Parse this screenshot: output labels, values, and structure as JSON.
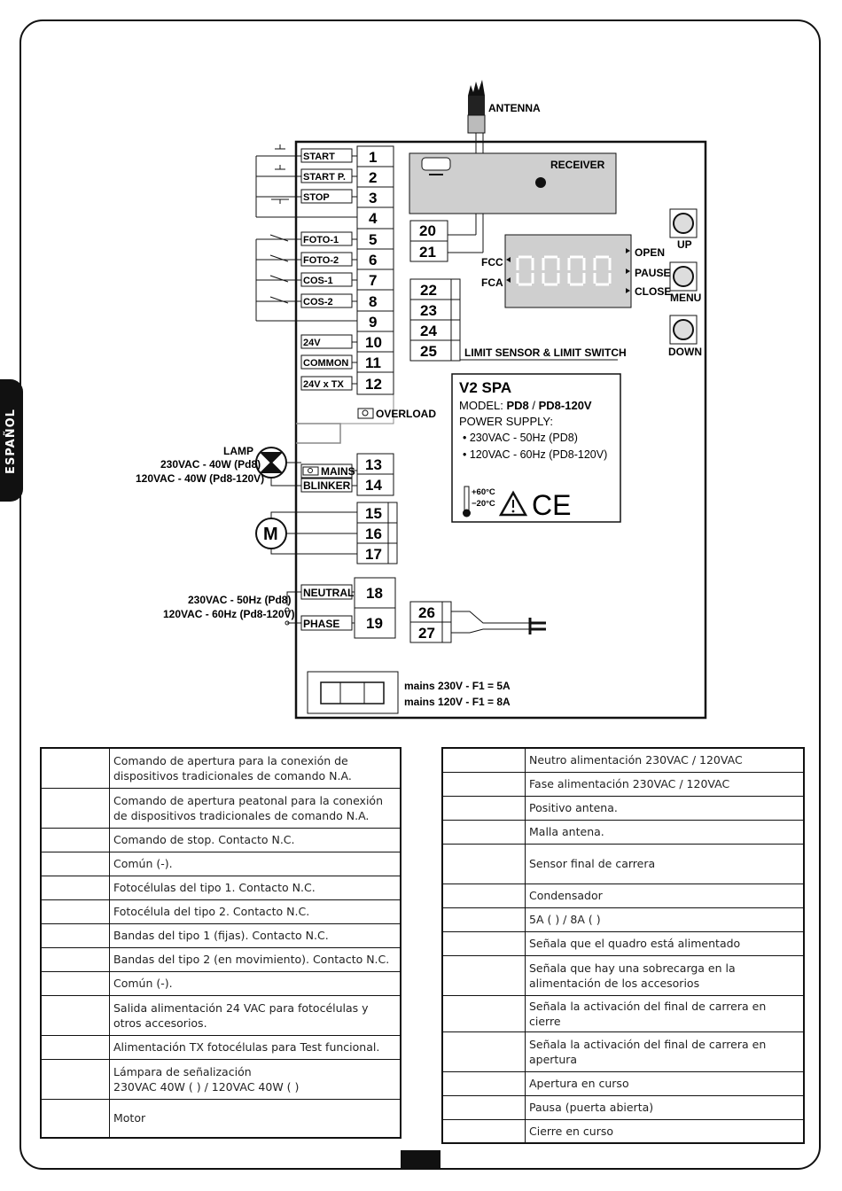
{
  "side_tab": {
    "label": "ESPAÑOL"
  },
  "antenna": {
    "label": "ANTENNA"
  },
  "receiver": {
    "label": "RECEIVER"
  },
  "terminals_left": [
    {
      "num": "1",
      "label": "START"
    },
    {
      "num": "2",
      "label": "START P."
    },
    {
      "num": "3",
      "label": "STOP"
    },
    {
      "num": "4",
      "label": ""
    },
    {
      "num": "5",
      "label": "FOTO-1"
    },
    {
      "num": "6",
      "label": "FOTO-2"
    },
    {
      "num": "7",
      "label": "COS-1"
    },
    {
      "num": "8",
      "label": "COS-2"
    },
    {
      "num": "9",
      "label": ""
    },
    {
      "num": "10",
      "label": "24V"
    },
    {
      "num": "11",
      "label": "COMMON"
    },
    {
      "num": "12",
      "label": "24V x TX"
    }
  ],
  "overload": {
    "label": "OVERLOAD"
  },
  "lamp": {
    "line1": "LAMP",
    "line2": "230VAC - 40W (Pd8)",
    "line3": "120VAC - 40W (Pd8-120V)"
  },
  "terminals_lamp": [
    {
      "num": "13",
      "label": "MAINS"
    },
    {
      "num": "14",
      "label": "BLINKER"
    }
  ],
  "motor": {
    "symbol": "M",
    "terminals": [
      "15",
      "16",
      "17"
    ]
  },
  "power_in": {
    "line1": "230VAC - 50Hz (Pd8)",
    "line2": "120VAC - 60Hz (Pd8-120V)"
  },
  "terminals_power": [
    {
      "num": "18",
      "label": "NEUTRAL"
    },
    {
      "num": "19",
      "label": "PHASE"
    }
  ],
  "terminals_antenna": [
    "20",
    "21"
  ],
  "terminals_limit": [
    "22",
    "23",
    "24",
    "25"
  ],
  "limit_label": "LIMIT SENSOR & LIMIT SWITCH",
  "terminals_capacitor": [
    "26",
    "27"
  ],
  "display": {
    "fcc": "FCC",
    "fca": "FCA",
    "open": "OPEN",
    "pause": "PAUSE",
    "close": "CLOSE"
  },
  "buttons": {
    "up": "UP",
    "menu": "MENU",
    "down": "DOWN"
  },
  "spec_box": {
    "brand": "V2 SPA",
    "model_prefix": "MODEL: ",
    "model_1": "PD8",
    "model_sep": " / ",
    "model_2": "PD8-120V",
    "power_supply": "POWER SUPPLY:",
    "ps_1": "• 230VAC - 50Hz (PD8)",
    "ps_2": "• 120VAC - 60Hz (PD8-120V)",
    "temp_hi": "+60°C",
    "temp_lo": "−20°C",
    "ce": "CE"
  },
  "fuse": {
    "line1": "mains 230V - F1 = 5A",
    "line2": "mains 120V - F1 = 8A"
  },
  "legend_left": [
    "Comando de apertura para la conexión de dispositivos tradicionales de comando N.A.",
    "Comando de apertura peatonal para la conexión de dispositivos tradicionales de comando N.A.",
    "Comando de stop. Contacto N.C.",
    "Común (-).",
    "Fotocélulas del tipo 1. Contacto N.C.",
    "Fotocélula del tipo 2. Contacto N.C.",
    "Bandas del tipo 1 (fijas). Contacto N.C.",
    "Bandas del tipo 2 (en movimiento). Contacto N.C.",
    "Común (-).",
    "Salida alimentación 24 VAC para fotocélulas y otros accesorios.",
    "Alimentación TX fotocélulas para Test funcional.",
    "Lámpara de señalización",
    "Motor"
  ],
  "legend_left_lamp_line2": "230VAC 40W (      ) / 120VAC 40W (                )",
  "legend_right": [
    "Neutro alimentación 230VAC / 120VAC",
    "Fase alimentación 230VAC / 120VAC",
    "Positivo antena.",
    "Malla antena.",
    "Sensor final de carrera",
    "Condensador",
    "5A (      ) / 8A (                )",
    "Señala que el quadro está alimentado",
    "Señala que hay una sobrecarga en la alimentación de los accesorios",
    "Señala la activación del final de carrera en cierre",
    "Señala la activación del final de carrera en apertura",
    "Apertura en curso",
    "Pausa (puerta abierta)",
    "Cierre en curso"
  ]
}
